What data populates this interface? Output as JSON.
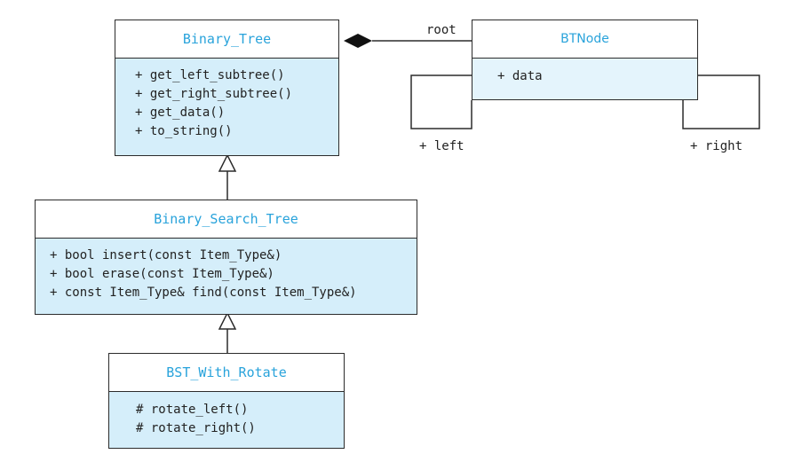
{
  "colors": {
    "class_name": "#29a3db",
    "compartment_fill": "#d5eefa",
    "btnode_fill": "#e4f4fc",
    "line": "#2b2b2b"
  },
  "classes": {
    "binary_tree": {
      "name": "Binary_Tree",
      "members": [
        "+ get_left_subtree()",
        "+ get_right_subtree()",
        "+ get_data()",
        "+ to_string()"
      ]
    },
    "btnode": {
      "name": "BTNode",
      "members": [
        "+ data"
      ]
    },
    "binary_search_tree": {
      "name": "Binary_Search_Tree",
      "members": [
        "+ bool insert(const Item_Type&)",
        "+ bool erase(const Item_Type&)",
        "+ const Item_Type& find(const Item_Type&)"
      ]
    },
    "bst_with_rotate": {
      "name": "BST_With_Rotate",
      "members": [
        "# rotate_left()",
        "# rotate_right()"
      ]
    }
  },
  "associations": {
    "root_label": "root",
    "left_label": "+ left",
    "right_label": "+ right"
  }
}
